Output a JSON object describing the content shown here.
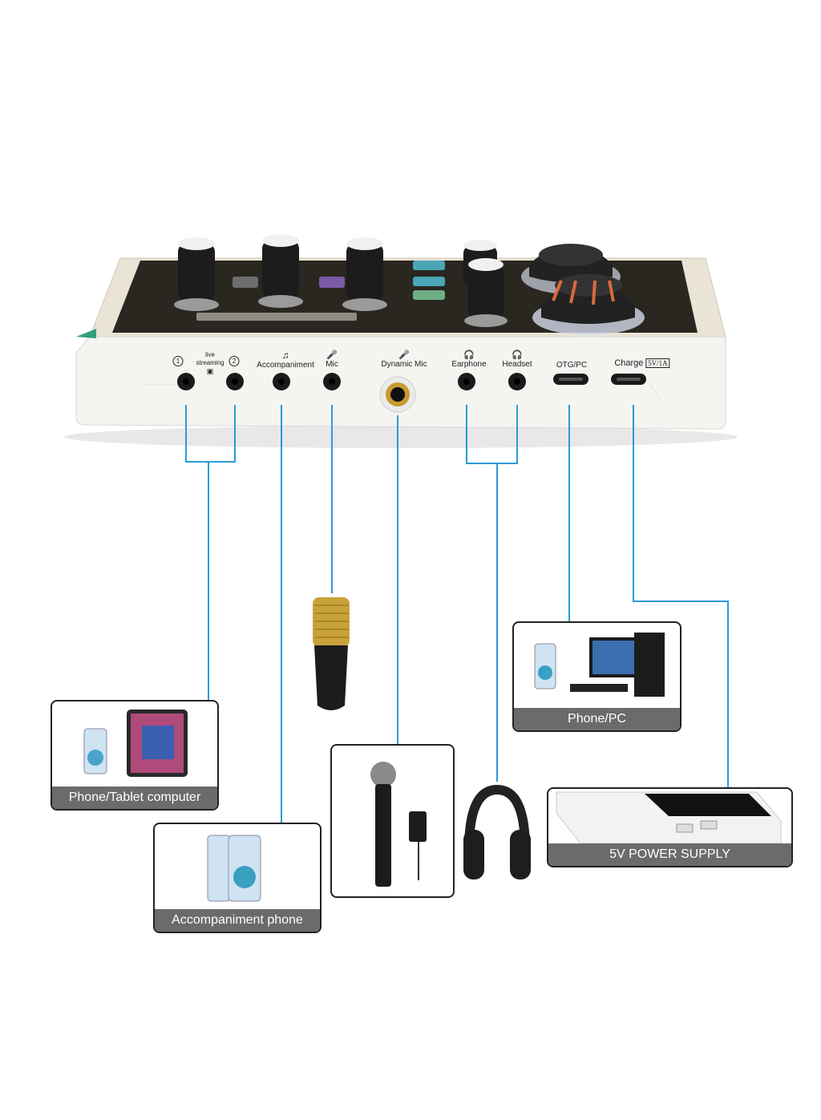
{
  "colors": {
    "wire": "#2b9bd6",
    "device_body": "#f2f2ee",
    "device_top": "#2a2620",
    "knob": "#1c1c1c"
  },
  "ports": {
    "live_streaming": {
      "label_line1": "live",
      "label_line2": "streaming",
      "left_num": "1",
      "right_num": "2"
    },
    "accompaniment": "Accompaniment",
    "mic": "Mic",
    "dynamic_mic": "Dynamic Mic",
    "earphone": "Earphone",
    "headset": "Headset",
    "otg_pc": "OTG/PC",
    "charge": "Charge",
    "charge_rating": "5V/1A"
  },
  "targets": {
    "phone_tablet": "Phone/Tablet computer",
    "accompaniment_phone": "Accompaniment phone",
    "phone_pc": "Phone/PC",
    "power_supply": "5V POWER SUPPLY"
  },
  "icons": [
    "microphone-icon",
    "music-note-icon",
    "headphone-icon",
    "camera-icon"
  ]
}
